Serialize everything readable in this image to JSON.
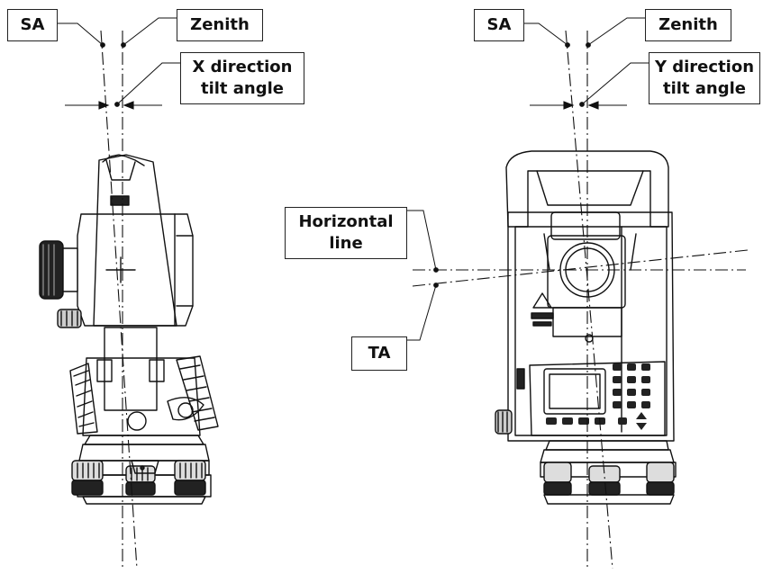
{
  "left_panel": {
    "sa_label": "SA",
    "zenith_label": "Zenith",
    "tilt_label": "X direction\ntilt angle"
  },
  "right_panel": {
    "sa_label": "SA",
    "zenith_label": "Zenith",
    "tilt_label": "Y direction\ntilt angle",
    "horizontal_label": "Horizontal\nline",
    "ta_label": "TA"
  }
}
